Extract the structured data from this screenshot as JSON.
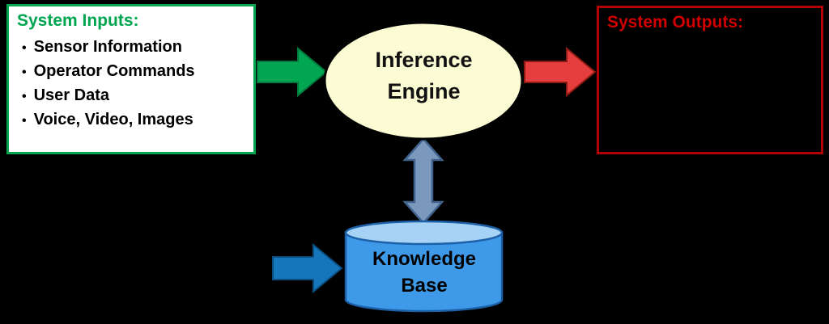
{
  "diagram": {
    "background_color": "#000000",
    "inputs_box": {
      "title": "System Inputs:",
      "title_color": "#00A550",
      "border_color": "#00A550",
      "bullet": "•",
      "items": [
        "Sensor Information",
        "Operator Commands",
        "User Data",
        "Voice, Video, Images"
      ]
    },
    "outputs_box": {
      "title": "System Outputs:",
      "title_color": "#D00000",
      "border_color": "#B40000"
    },
    "inference_engine": {
      "lines": [
        "Inference",
        "Engine"
      ],
      "fill": "#FCFCD4"
    },
    "knowledge_base": {
      "lines": [
        "Knowledge",
        "Base"
      ],
      "body_fill": "#3E9AE8",
      "top_fill": "#A6D2F5"
    },
    "arrows": {
      "input_arrow_color": "#00A651",
      "output_arrow_color": "#E63E3E",
      "kb_arrow_color": "#1576BC",
      "link_arrow_color": "#7B99BC"
    }
  }
}
